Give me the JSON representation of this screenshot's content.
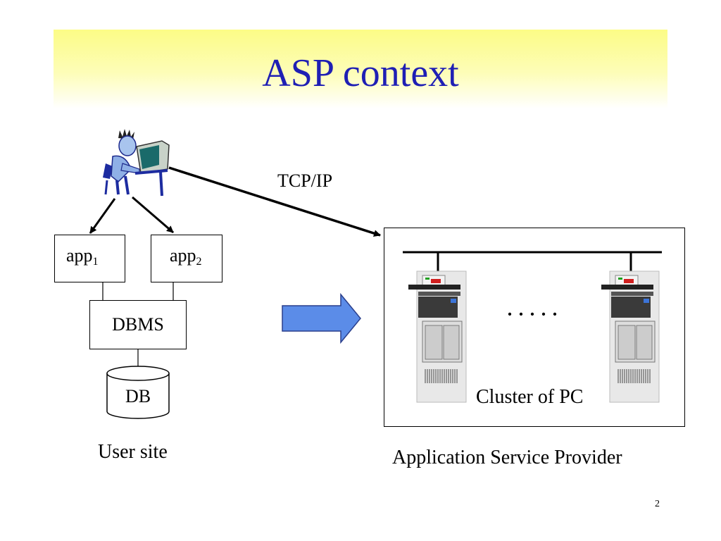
{
  "slide": {
    "title": "ASP context",
    "page_number": "2"
  },
  "user_site": {
    "app1": {
      "label": "app",
      "subscript": "1"
    },
    "app2": {
      "label": "app",
      "subscript": "2"
    },
    "dbms_label": "DBMS",
    "db_label": "DB",
    "caption": "User site"
  },
  "connection": {
    "label": "TCP/IP"
  },
  "provider": {
    "dots": "·····",
    "cluster_label": "Cluster of PC",
    "caption": "Application Service Provider"
  },
  "icons": [
    "user-at-computer-icon",
    "server-tower-icon",
    "block-arrow-icon"
  ],
  "colors": {
    "title_text": "#1f1fb4",
    "title_band": "#fcfc86",
    "block_arrow": "#5b8ce8"
  }
}
